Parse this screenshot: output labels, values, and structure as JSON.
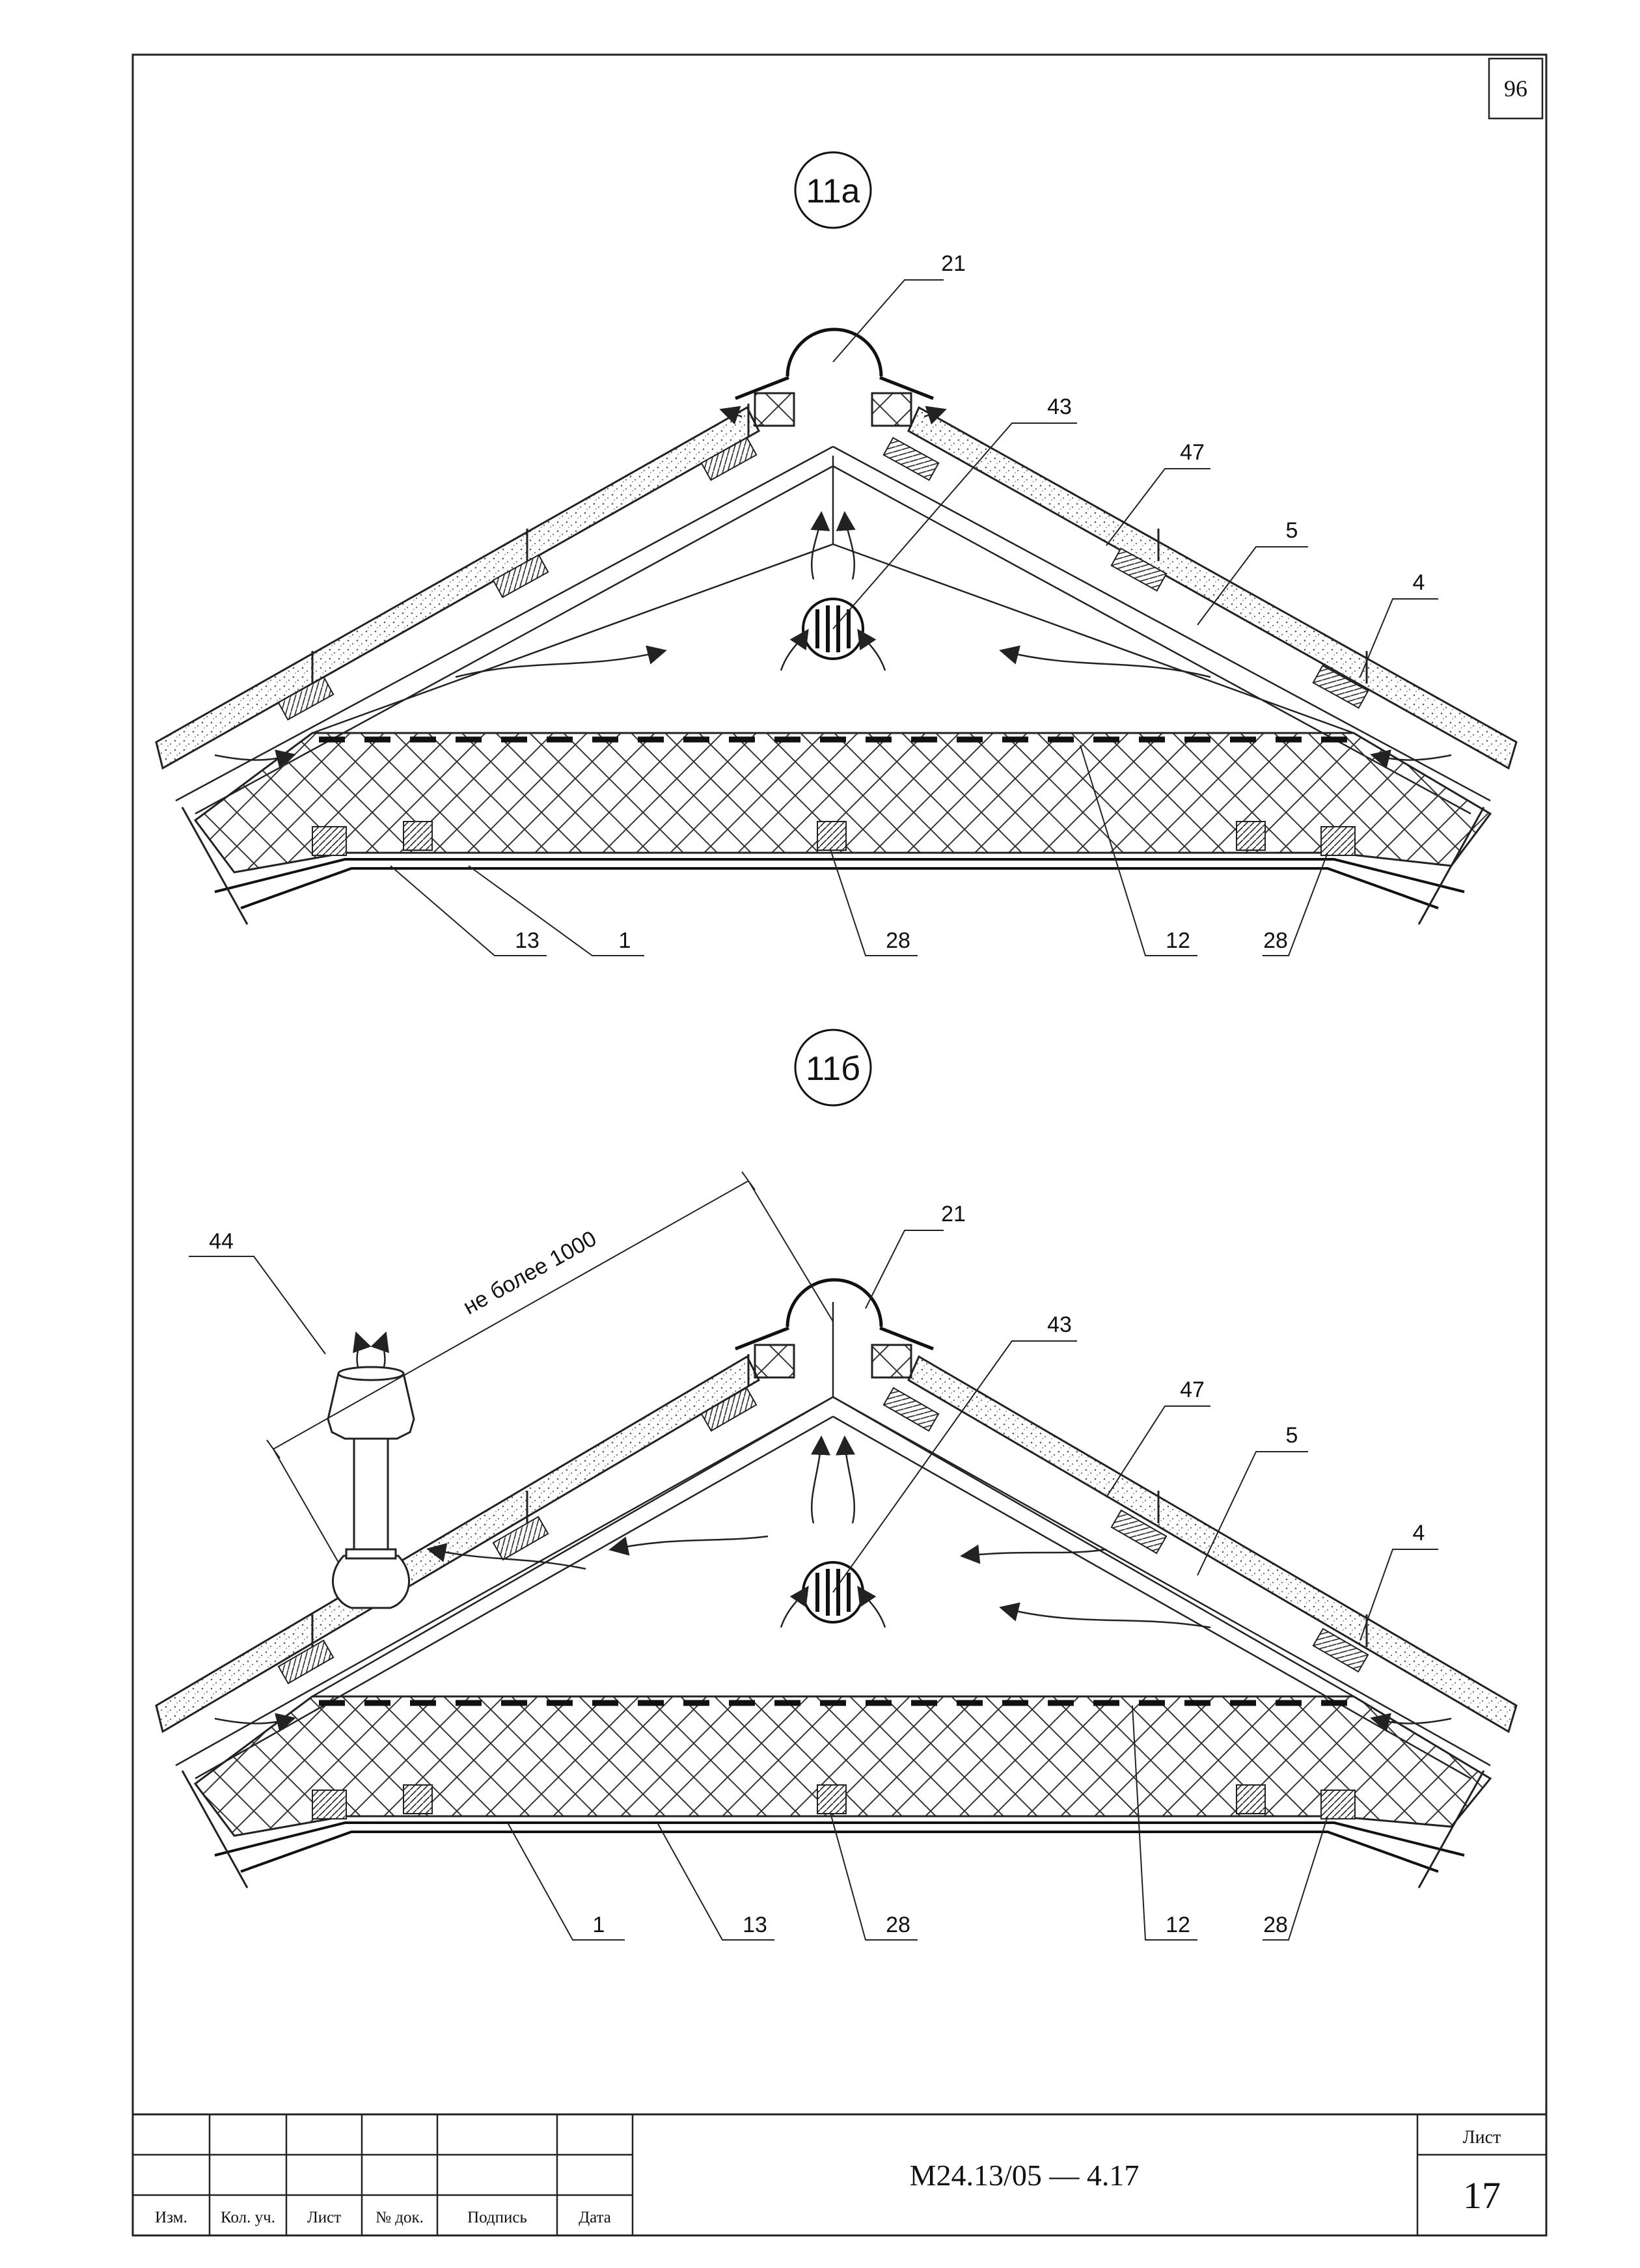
{
  "sheet_number_corner": "96",
  "details": [
    {
      "marker": "11а",
      "callouts": [
        "21",
        "43",
        "47",
        "5",
        "4",
        "13",
        "1",
        "28",
        "12",
        "28"
      ]
    },
    {
      "marker": "11б",
      "callouts": [
        "44",
        "21",
        "43",
        "47",
        "5",
        "4",
        "1",
        "13",
        "28",
        "12",
        "28"
      ],
      "dimension_text": "не более 1000"
    }
  ],
  "title_block": {
    "headers": [
      "Изм.",
      "Кол. уч.",
      "Лист",
      "№ док.",
      "Подпись",
      "Дата"
    ],
    "document_code": "М24.13/05 — 4.17",
    "sheet_label": "Лист",
    "sheet_number": "17"
  }
}
